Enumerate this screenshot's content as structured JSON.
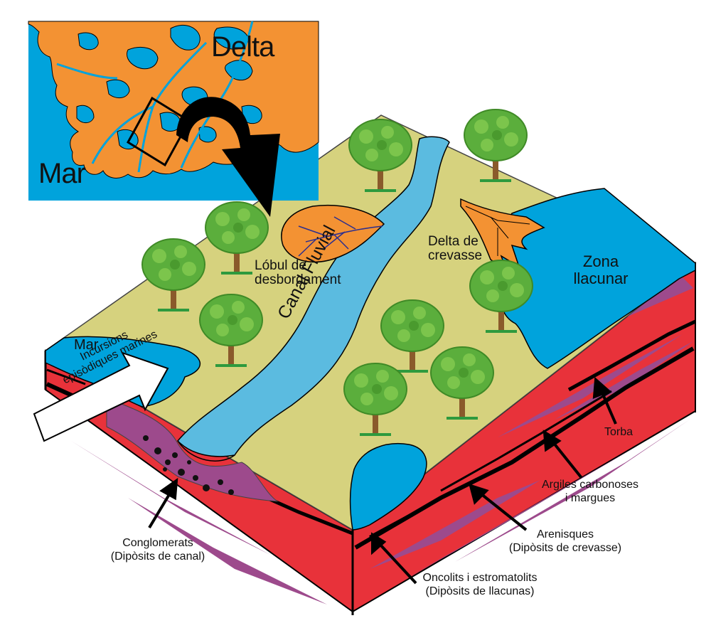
{
  "inset": {
    "title": "Delta",
    "sea_label": "Mar"
  },
  "labels": {
    "lobe": [
      "Lóbul de",
      "desbordament"
    ],
    "crevasse_delta": [
      "Delta de",
      "crevasse"
    ],
    "lake_zone": [
      "Zona",
      "llacunar"
    ],
    "sea_small": "Mar",
    "channel": "Canal Fluvial",
    "incursions": [
      "Incursions",
      "episòdiques marines"
    ],
    "peat": "Torba",
    "clays": [
      "Argiles carbonoses",
      "i margues"
    ],
    "sandstones": [
      "Arenisques",
      "(Dipòsits de crevasse)"
    ],
    "oncolites": [
      "Oncolits i estromatolits",
      "(Dipòsits de llacunas)"
    ],
    "conglomerates": [
      "Conglomerats",
      "(Dipòsits de canal)"
    ]
  },
  "colors": {
    "water": "#00a3dc",
    "channel": "#5bbbe0",
    "delta_land": "#f39233",
    "plain": "#d6d27e",
    "strata_red": "#e8323a",
    "conglomerate_purple": "#9d4a8c",
    "tree_green": "#5bae3c",
    "trunk": "#8a5a2b"
  }
}
